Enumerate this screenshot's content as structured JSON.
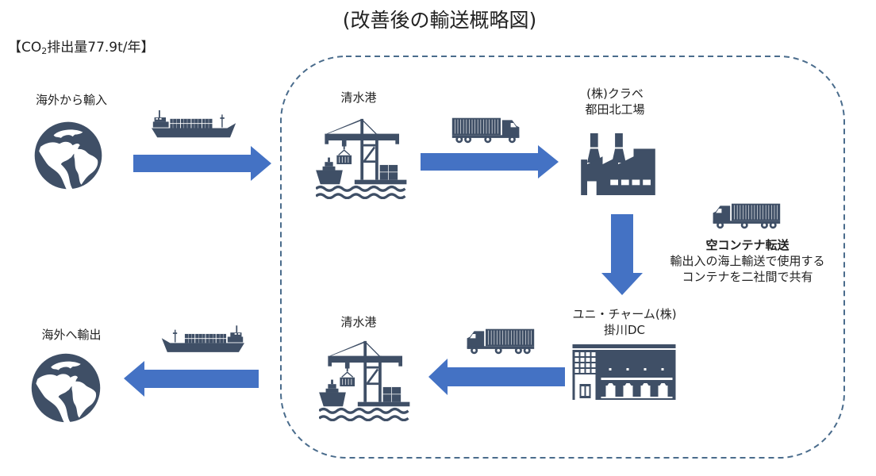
{
  "title": "(改善後の輸送概略図)",
  "co2": {
    "prefix": "【CO",
    "subscript": "2",
    "suffix": "排出量77.9t/年】"
  },
  "nodes": {
    "import_origin": {
      "label": "海外から輸入",
      "icon": "globe-icon"
    },
    "port_top": {
      "label": "清水港",
      "icon": "port-crane-icon"
    },
    "factory": {
      "label_line1": "(株)クラベ",
      "label_line2": "都田北工場",
      "icon": "factory-icon"
    },
    "dc": {
      "label_line1": "ユニ・チャーム(株)",
      "label_line2": "掛川DC",
      "icon": "warehouse-icon"
    },
    "port_bottom": {
      "label": "清水港",
      "icon": "port-crane-icon"
    },
    "export_dest": {
      "label": "海外へ輸出",
      "icon": "globe-icon"
    }
  },
  "transfer_note": {
    "title": "空コンテナ転送",
    "line1": "輸出入の海上輸送で使用する",
    "line2": "コンテナを二社間で共有",
    "icon": "container-truck-icon"
  },
  "flows": [
    {
      "from": "海外から輸入",
      "to": "清水港",
      "mode": "container-ship",
      "direction": "right"
    },
    {
      "from": "清水港",
      "to": "都田北工場",
      "mode": "container-truck",
      "direction": "right"
    },
    {
      "from": "都田北工場",
      "to": "掛川DC",
      "mode": "empty-container-transfer",
      "direction": "down"
    },
    {
      "from": "掛川DC",
      "to": "清水港",
      "mode": "container-truck",
      "direction": "left"
    },
    {
      "from": "清水港",
      "to": "海外へ輸出",
      "mode": "container-ship",
      "direction": "left"
    }
  ],
  "colors": {
    "icon": "#3f4f66",
    "arrow": "#4472c4",
    "dashed_border": "#4a6c8c",
    "text": "#222222"
  }
}
